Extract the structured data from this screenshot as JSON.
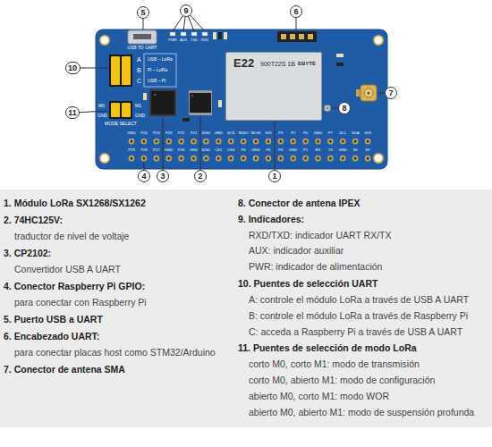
{
  "diagram": {
    "nodes": [
      {
        "text": [
          "5"
        ]
      },
      {
        "text": [
          "9"
        ]
      },
      {
        "text": [
          "6"
        ]
      },
      {
        "text": [
          "E22",
          "900T22S 1B",
          "EBYTE"
        ]
      },
      {
        "text": [
          "10"
        ]
      },
      {
        "text": [
          "7"
        ]
      },
      {
        "text": [
          "8"
        ]
      },
      {
        "text": [
          "11"
        ]
      },
      {
        "text": [
          "4"
        ]
      },
      {
        "text": [
          "3"
        ]
      },
      {
        "text": [
          "2"
        ]
      },
      {
        "text": [
          "1"
        ]
      },
      {
        "text": [
          "1. Módulo LoRa SX1268/SX1262",
          "2. 74HC125V:",
          "traductor de nivel de voltaje",
          "3. CP2102:",
          "Convertidor USB A UART",
          "4. Conector Raspberry Pi GPIO:",
          "para conectar con Raspberry Pi",
          "5. Puerto USB a UART",
          "6. Encabezado UART:",
          "para conectar placas host como STM32/Arduino",
          "7. Conector de antena SMA",
          "8. Conector de antena IPEX",
          "9. Indicadores:",
          "RXD/TXD: indicador UART RX/TX",
          "AUX: indicador auxiliar",
          "PWR: indicador de alimentación",
          "10. Puentes de selección UART",
          "A: controle el módulo LoRa a través de USB A UART",
          "B: controle el módulo LoRa a través de Raspberry Pi",
          "C: acceda a Raspberry Pi a través de USB A UART",
          "11. Puentes de selección de modo LoRa",
          "corto M0, corto M1: modo de transmisión",
          "corto M0, abierto M1: modo de configuración",
          "abierto M0, corto M1: modo WOR",
          "abierto M0, abierto M1: modo de suspensión profunda"
        ]
      }
    ],
    "edges": [
      {
        "from": 11,
        "to": 3,
        "arrow": "none"
      }
    ],
    "labels": [
      "USB TO UART",
      "PWR",
      "AUX",
      "TXD",
      "RXD",
      "A",
      "B",
      "C",
      "USB – LoRa",
      "Pi – LoRa",
      "USB – Pi",
      "M0",
      "GND",
      "M1",
      "GND",
      "MODE SELECT",
      "GND",
      "P25",
      "P24",
      "P23",
      "P22",
      "P21",
      "IDSD",
      "GND",
      "SCK",
      "MISO",
      "MOSI",
      "3V3",
      "P3",
      "P2",
      "P0",
      "GND",
      "P7",
      "SCL",
      "SDA",
      "3V3",
      "P29",
      "P28",
      "P27",
      "GND",
      "P26",
      "GND",
      "IDSC",
      "CE1",
      "CE0",
      "P6",
      "GND",
      "P5",
      "P4",
      "GND",
      "P1",
      "RX",
      "TX",
      "GND",
      "5V",
      "5V"
    ]
  }
}
